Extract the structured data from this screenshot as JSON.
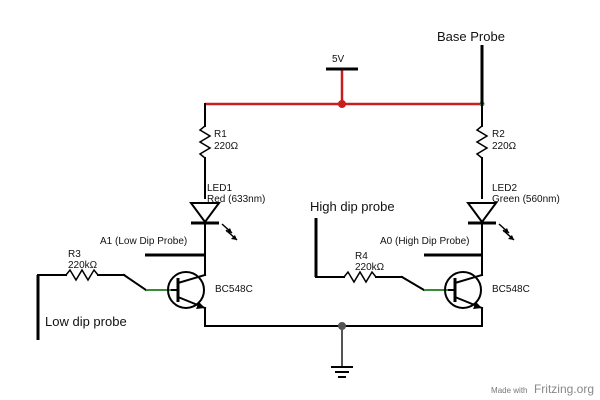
{
  "colors": {
    "power_wire": "#c81e1e",
    "ground_wire": "#555555",
    "wire": "#000000",
    "lead_green": "#3a8a3a"
  },
  "labels": {
    "supply": "5V",
    "base_probe": "Base Probe",
    "high_dip_probe": "High dip probe",
    "low_dip_probe": "Low dip probe",
    "r1_name": "R1",
    "r1_value": "220Ω",
    "r2_name": "R2",
    "r2_value": "220Ω",
    "r3_name": "R3",
    "r3_value": "220kΩ",
    "r4_name": "R4",
    "r4_value": "220kΩ",
    "led1_name": "LED1",
    "led1_value": "Red (633nm)",
    "led2_name": "LED2",
    "led2_value": "Green (560nm)",
    "a1": "A1 (Low Dip Probe)",
    "a0": "A0 (High Dip Probe)",
    "q1": "BC548C",
    "q2": "BC548C"
  },
  "footer": {
    "made_with": "Made with",
    "logo": "Fritzing.org"
  }
}
